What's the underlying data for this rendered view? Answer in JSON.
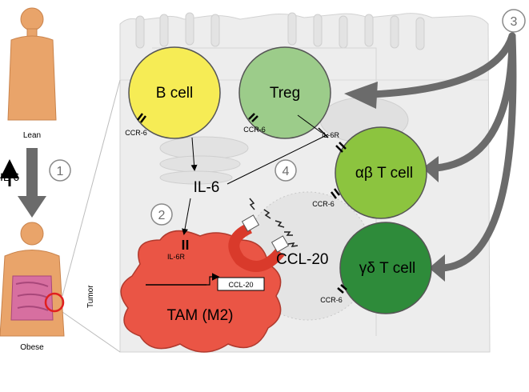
{
  "labels": {
    "lean": "Lean",
    "obese": "Obese",
    "il6_left": "IL-6",
    "tumor": "Tumor",
    "b_cell": "B cell",
    "treg": "Treg",
    "ab_t_cell": "αβ T cell",
    "gd_t_cell": "γδ T cell",
    "il6_center": "IL-6",
    "ccl20": "CCL-20",
    "tam": "TAM (M2)",
    "ccl20_gene": "CCL-20",
    "ccr6": "CCR-6",
    "il6r": "IL-6R"
  },
  "steps": [
    "1",
    "2",
    "3",
    "4"
  ],
  "colors": {
    "b_cell": "#f6ec55",
    "treg": "#9ccc8a",
    "ab_t_cell": "#8cc43f",
    "gd_t_cell": "#2e8b3a",
    "tam": "#ea5545",
    "skin": "#e9a46a",
    "arrow_gray": "#6b6b6b",
    "background_tissue": "#ececec"
  }
}
